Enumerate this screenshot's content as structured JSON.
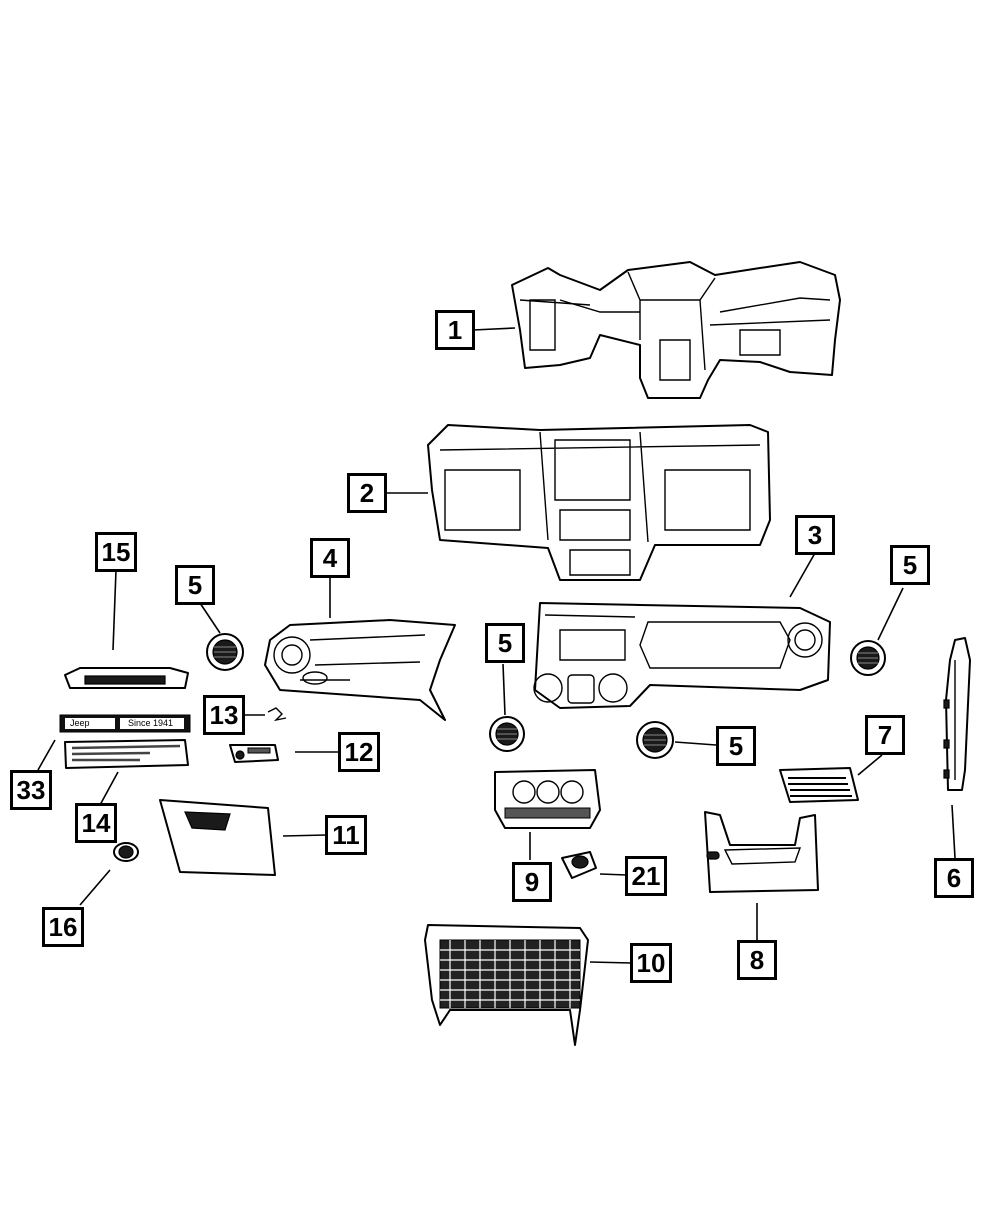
{
  "callouts": {
    "c1": "1",
    "c2": "2",
    "c3": "3",
    "c4": "4",
    "c5a": "5",
    "c5b": "5",
    "c5c": "5",
    "c5d": "5",
    "c5e": "5",
    "c6": "6",
    "c7": "7",
    "c8": "8",
    "c9": "9",
    "c10": "10",
    "c11": "11",
    "c12": "12",
    "c13": "13",
    "c14": "14",
    "c15": "15",
    "c16": "16",
    "c21": "21",
    "c33": "33"
  },
  "emblem_33": {
    "left_text": "Jeep",
    "right_text": "Since 1941"
  }
}
